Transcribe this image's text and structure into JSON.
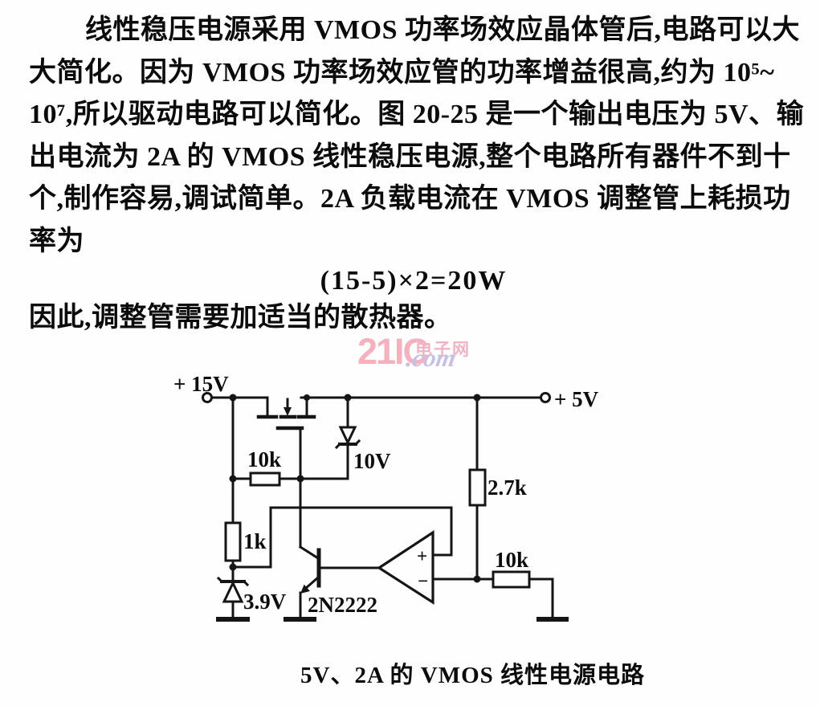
{
  "document": {
    "body_lines": [
      "线性稳压电源采用 VMOS 功率场效应晶体管后,电路可以大",
      "大简化。因为 VMOS 功率场效应管的功率增益很高,约为 10⁵~",
      "10⁷,所以驱动电路可以简化。图 20-25 是一个输出电压为 5V、输",
      "出电流为 2A 的 VMOS 线性稳压电源,整个电路所有器件不到十",
      "个,制作容易,调试简单。2A 负载电流在 VMOS 调整管上耗损功",
      "率为"
    ],
    "formula": "(15-5)×2=20W",
    "closing_line": "因此,调整管需要加适当的散热器。",
    "figure_caption": "5V、2A 的 VMOS 线性电源电路"
  },
  "watermark": {
    "brand": "21IC",
    "site_name": "电子网",
    "domain_suffix": ".com",
    "brand_color": "#f3b2be",
    "suffix_color": "#c7c0e3"
  },
  "circuit": {
    "supply_label": "+ 15V",
    "output_label": "+ 5V",
    "gate_resistor": "10k",
    "bias_resistor": "1k",
    "gate_zener": "10V",
    "ref_zener": "3.9V",
    "upper_divider_resistor": "2.7k",
    "lower_divider_resistor": "10k",
    "transistor": "2N2222",
    "opamp_plus": "+",
    "opamp_minus": "−"
  }
}
